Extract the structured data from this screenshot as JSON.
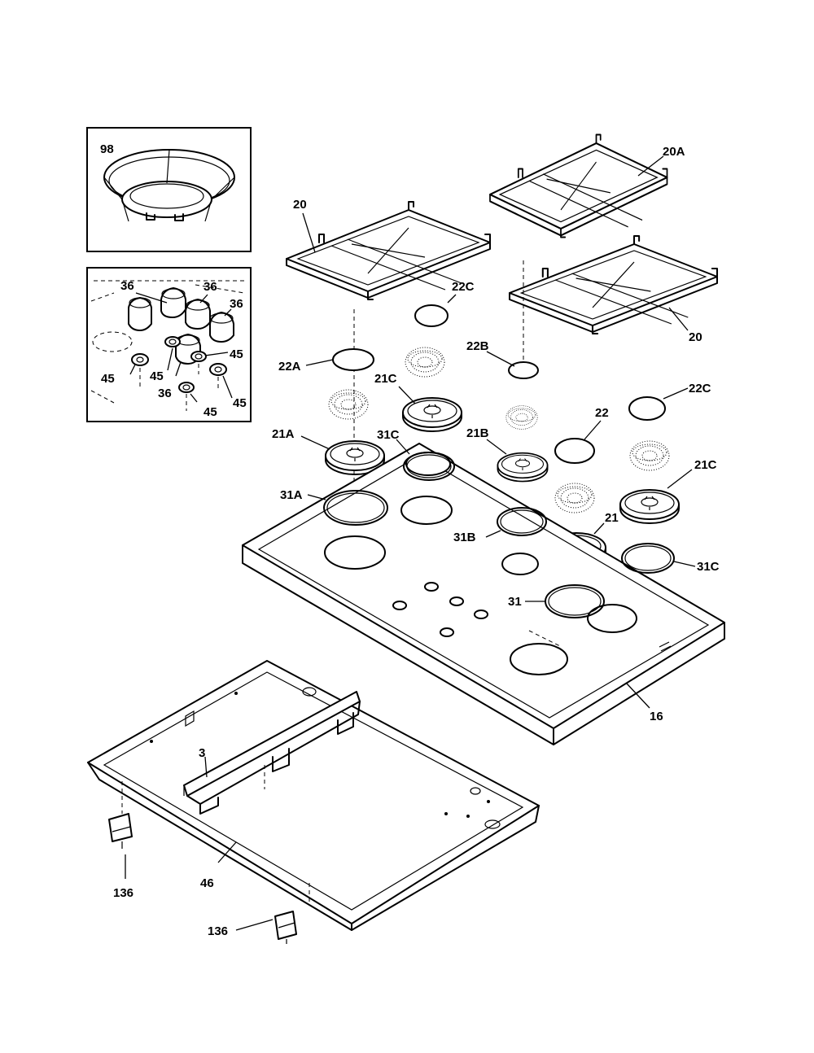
{
  "labels": {
    "ring_98": "98",
    "knob_36_a": "36",
    "knob_36_b": "36",
    "knob_36_c": "36",
    "knob_36_d": "36",
    "seal_45_a": "45",
    "seal_45_b": "45",
    "seal_45_c": "45",
    "seal_45_d": "45",
    "seal_45_e": "45",
    "grate_20_left": "20",
    "grate_20a": "20A",
    "grate_20_right": "20",
    "cap_22c_a": "22C",
    "cap_22a": "22A",
    "cap_22b": "22B",
    "cap_22c_b": "22C",
    "cap_22": "22",
    "head_21c_a": "21C",
    "head_21a": "21A",
    "head_21b": "21B",
    "head_21c_b": "21C",
    "head_21": "21",
    "gasket_31c_a": "31C",
    "gasket_31a": "31A",
    "gasket_31b": "31B",
    "gasket_31c_b": "31C",
    "gasket_31": "31",
    "cooktop_16": "16",
    "bracket_3": "3",
    "pan_46": "46",
    "clip_136_a": "136",
    "clip_136_b": "136"
  }
}
